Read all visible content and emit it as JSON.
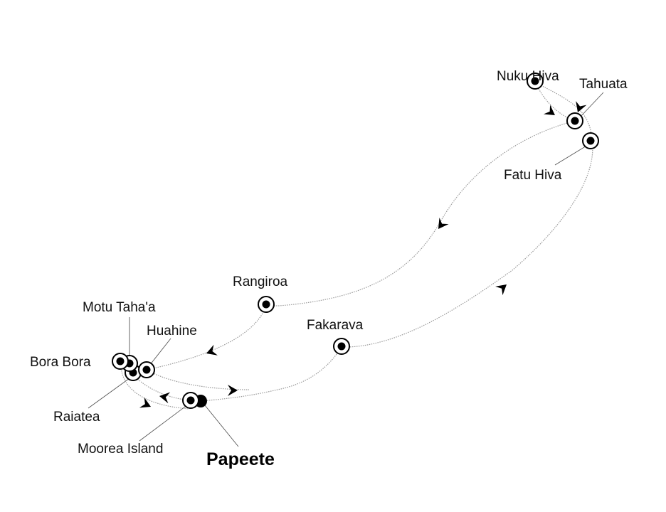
{
  "map": {
    "type": "cruise-itinerary-route-map",
    "start_end_port": "Papeete",
    "ports": [
      {
        "name": "Nuku Hiva"
      },
      {
        "name": "Tahuata"
      },
      {
        "name": "Fatu Hiva"
      },
      {
        "name": "Rangiroa"
      },
      {
        "name": "Fakarava"
      },
      {
        "name": "Motu Taha'a"
      },
      {
        "name": "Huahine"
      },
      {
        "name": "Bora Bora"
      },
      {
        "name": "Raiatea"
      },
      {
        "name": "Moorea Island"
      },
      {
        "name": "Papeete"
      }
    ],
    "colors": {
      "route": "#9a9a9a",
      "marker": "#000000",
      "leader": "#555555",
      "background": "#ffffff"
    }
  }
}
